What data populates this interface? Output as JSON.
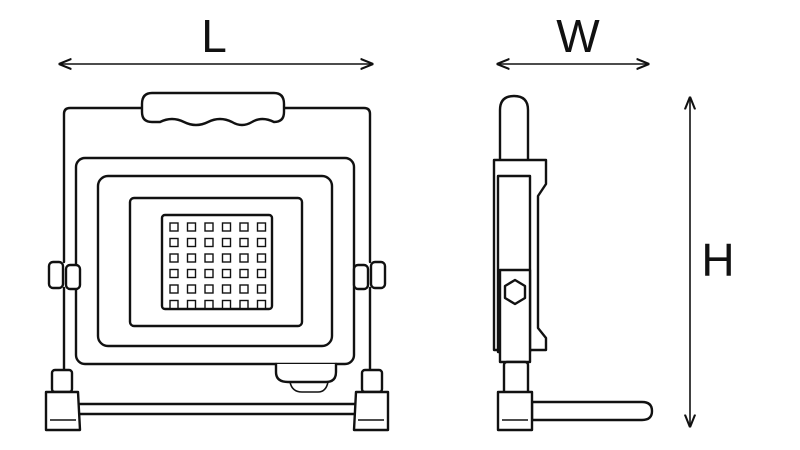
{
  "dimensions": {
    "length_label": "L",
    "width_label": "W",
    "height_label": "H"
  },
  "led_array": {
    "rows": 6,
    "cols": 6
  },
  "colors": {
    "line": "#111111",
    "background": "#ffffff"
  }
}
